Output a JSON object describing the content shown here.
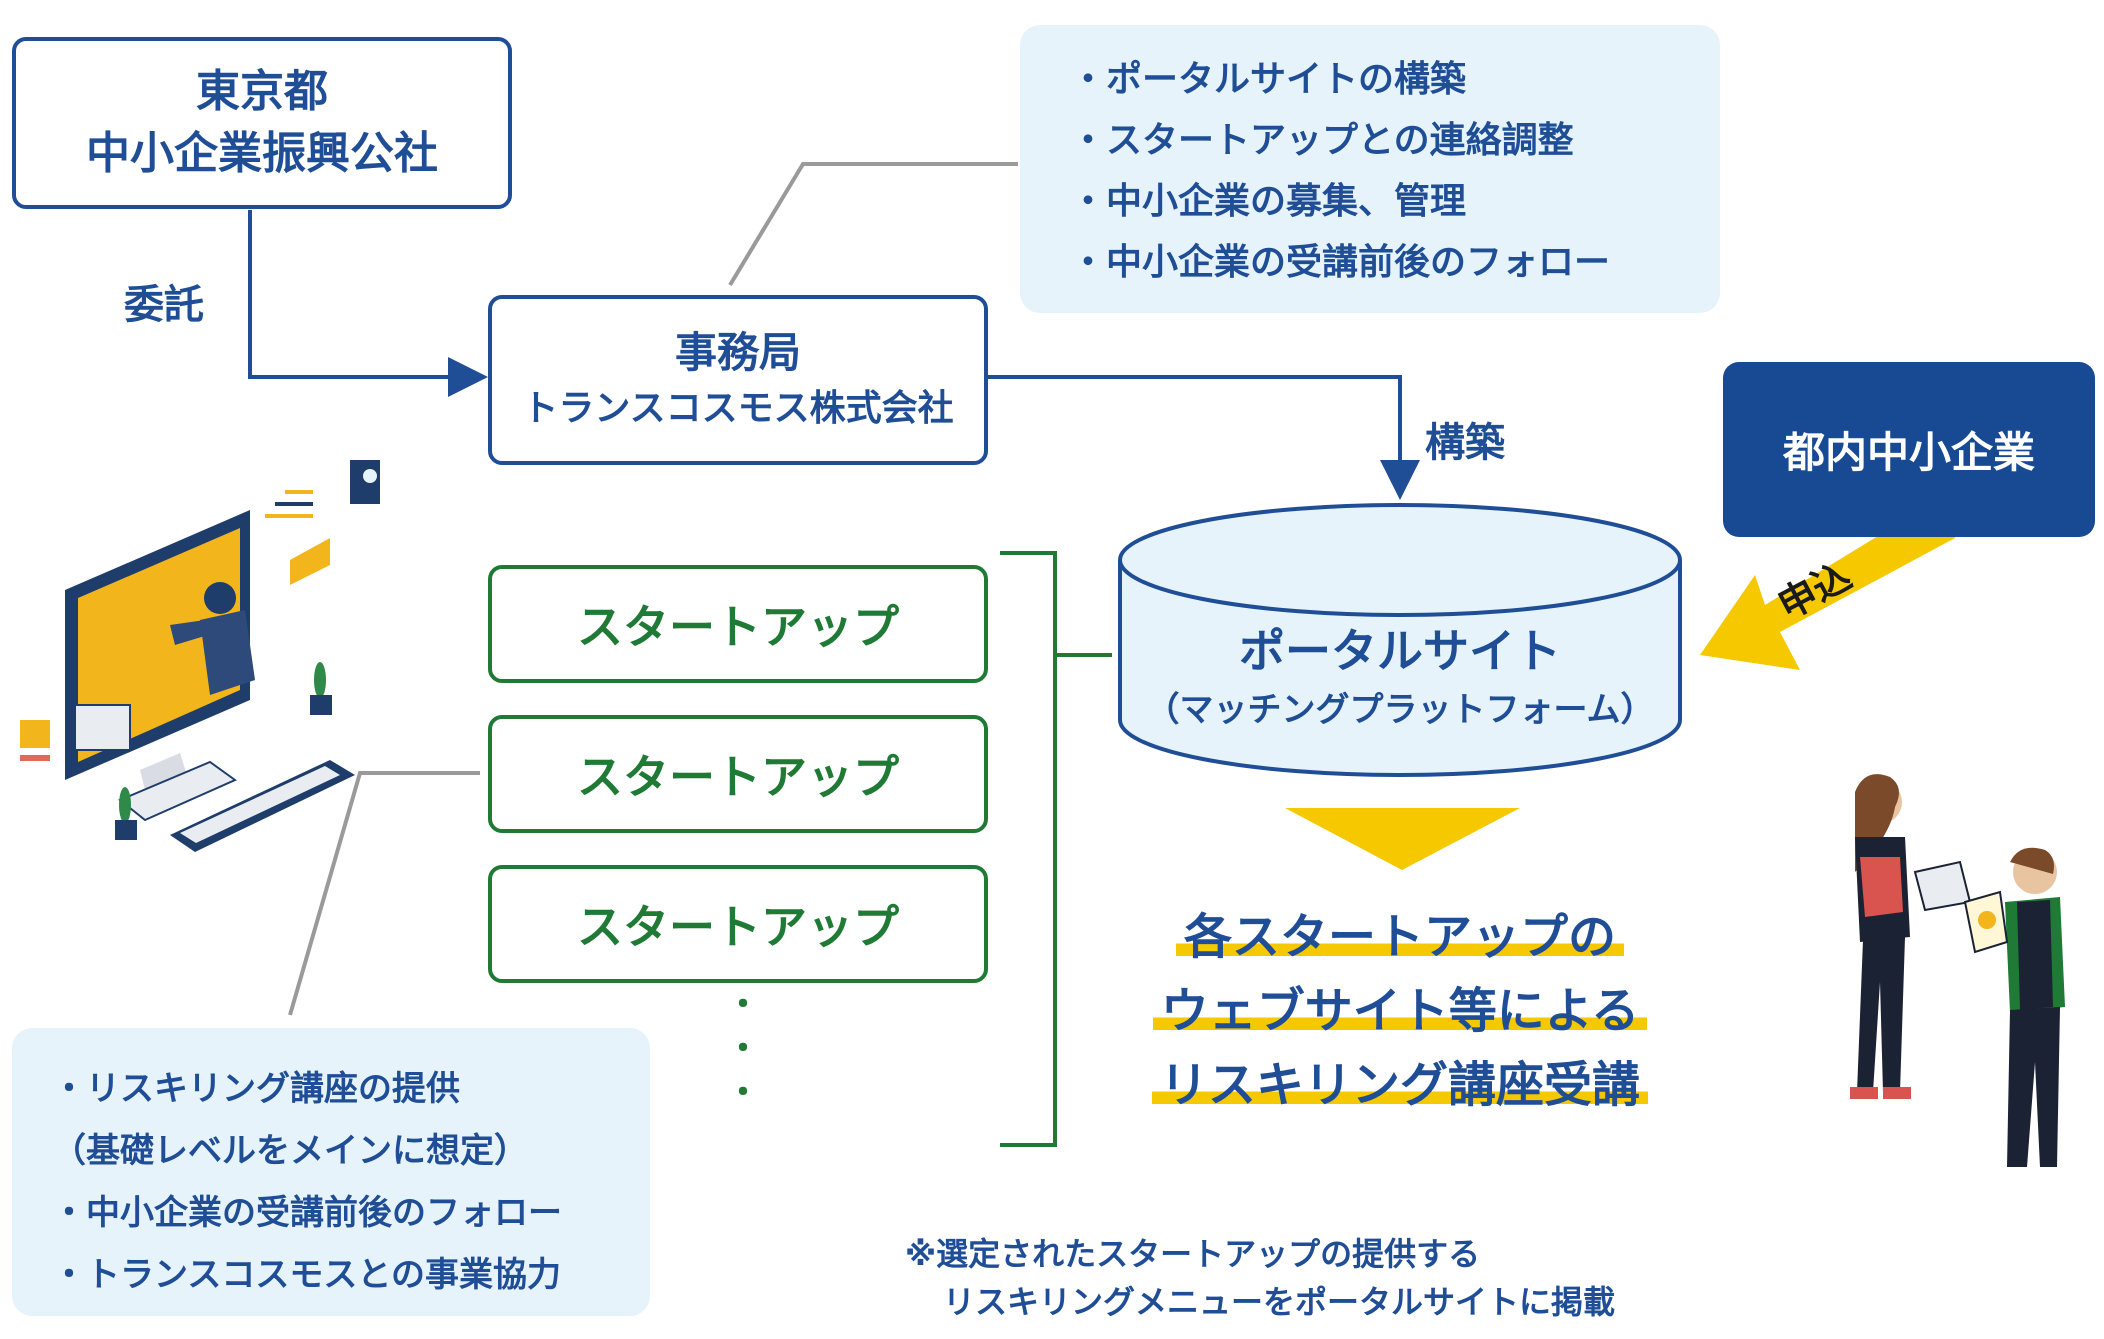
{
  "org_tokyo": {
    "line1": "東京都",
    "line2": "中小企業振興公社"
  },
  "label_itaku": "委託",
  "office": {
    "line1": "事務局",
    "line2": "トランスコスモス株式会社"
  },
  "office_tasks": [
    "・ポータルサイトの構築",
    "・スタートアップとの連絡調整",
    "・中小企業の募集、管理",
    "・中小企業の受講前後のフォロー"
  ],
  "label_kochiku": "構築",
  "sme": "都内中小企業",
  "label_moushikomi": "申込",
  "startups": [
    "スタートアップ",
    "スタートアップ",
    "スタートアップ"
  ],
  "startup_more": "・\n・\n・",
  "portal": {
    "title": "ポータルサイト",
    "subtitle": "（マッチングプラットフォーム）"
  },
  "result": [
    "各スタートアップの",
    "ウェブサイト等による",
    "リスキリング講座受講"
  ],
  "startup_tasks": [
    "・リスキリング講座の提供",
    "（基礎レベルをメインに想定）",
    "・中小企業の受講前後のフォロー",
    "・トランスコスモスとの事業協力"
  ],
  "footnote": [
    "※選定されたスタートアップの提供する",
    "リスキリングメニューをポータルサイトに掲載"
  ],
  "icons": [
    "computer-user-illustration",
    "people-discussion-illustration"
  ],
  "colors": {
    "navy": "#1f4e96",
    "dark_navy": "#174a93",
    "green": "#1f7a35",
    "light_blue": "#e6f3fb",
    "yellow": "#f5c800",
    "gray_line": "#9a9a9a"
  }
}
